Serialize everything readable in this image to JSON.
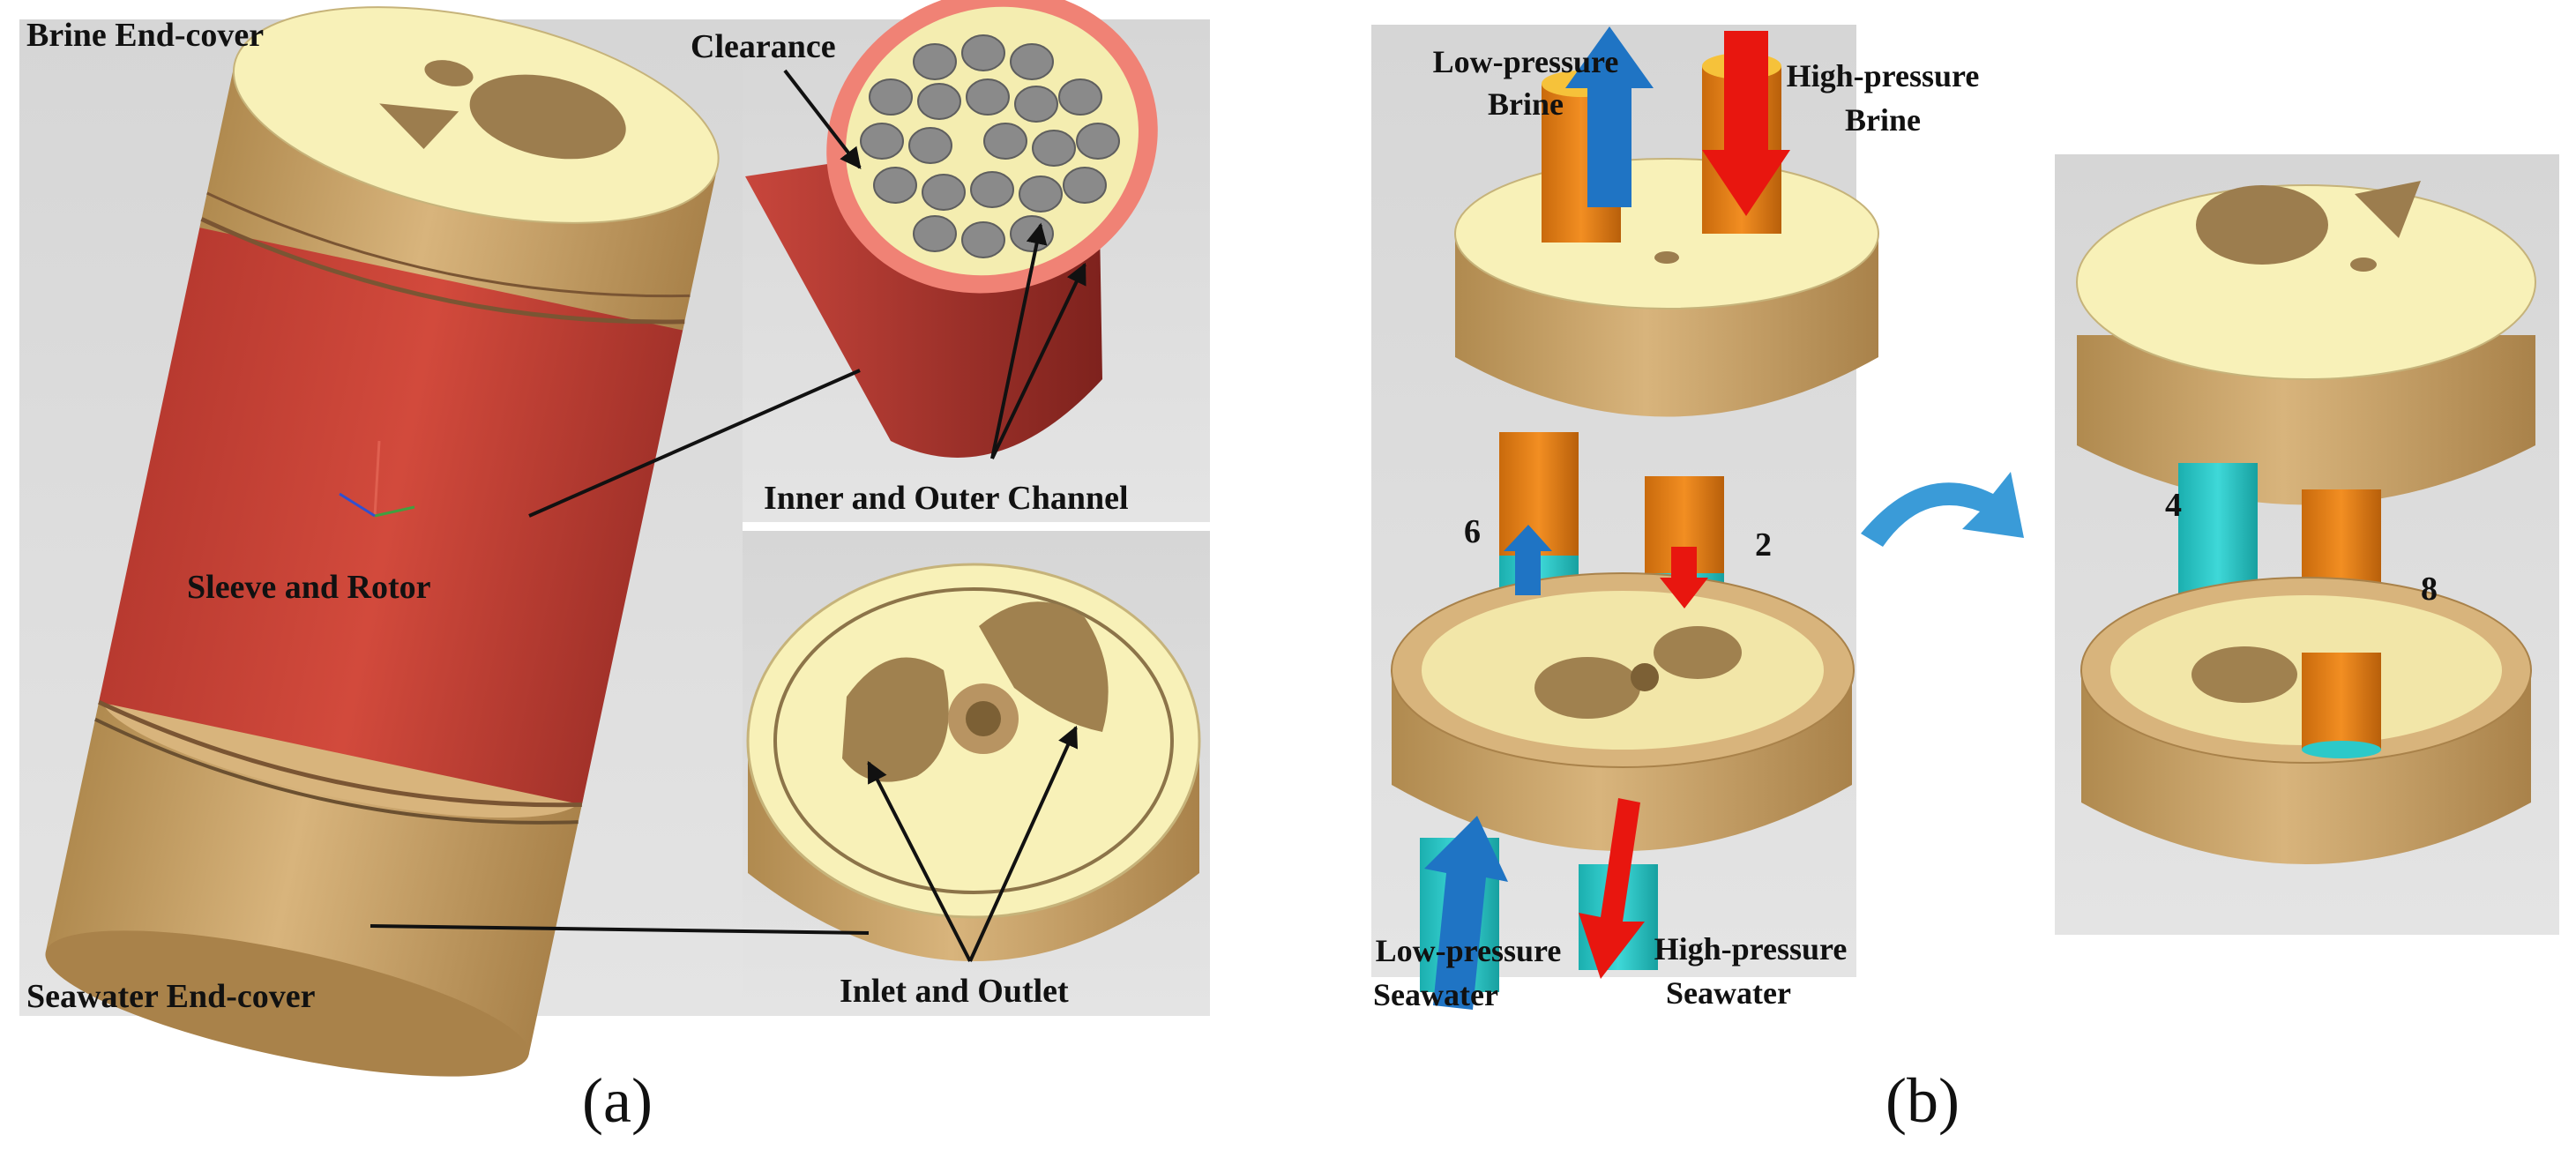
{
  "panel_a": {
    "labels": {
      "brine_end_cover": "Brine End-cover",
      "clearance": "Clearance",
      "inner_outer_channel": "Inner and Outer Channel",
      "sleeve_rotor": "Sleeve and Rotor",
      "seawater_end_cover": "Seawater End-cover",
      "inlet_outlet": "Inlet and Outlet"
    },
    "caption": "(a)"
  },
  "panel_b": {
    "labels": {
      "low_pressure_brine": [
        "Low-pressure",
        "Brine"
      ],
      "high_pressure_brine": [
        "High-pressure",
        "Brine"
      ],
      "low_pressure_seawater": [
        "Low-pressure",
        "Seawater"
      ],
      "high_pressure_seawater": [
        "High-pressure",
        "Seawater"
      ],
      "channel_numbers": [
        "6",
        "2",
        "4",
        "8"
      ]
    },
    "caption": "(b)"
  },
  "colors": {
    "beige": "#C9A46B",
    "cream": "#F8F1B8",
    "red": "#CC4438",
    "orange": "#E07C12",
    "cyan": "#2CC9C9",
    "blue_arrow": "#1F74C4",
    "red_arrow": "#E8160F"
  }
}
